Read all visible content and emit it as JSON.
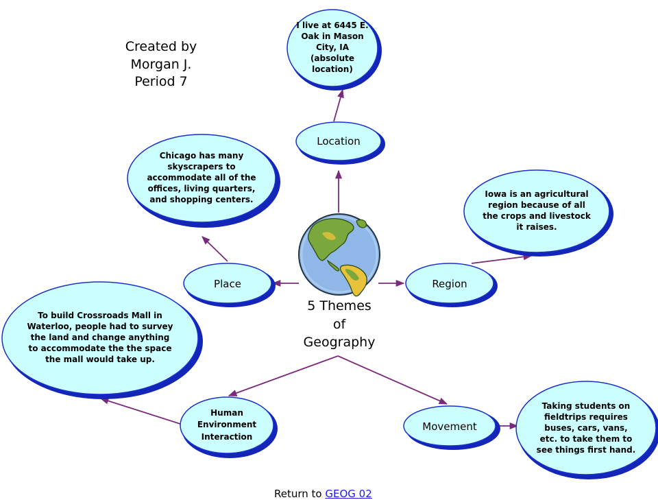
{
  "creator_note": "Created by\nMorgan J.\nPeriod 7",
  "center_title": "5 Themes\nof\nGeography",
  "themes": {
    "location": "Location",
    "place": "Place",
    "region": "Region",
    "hei": "Human\nEnvironment\nInteraction",
    "movement": "Movement"
  },
  "examples": {
    "location": "I live at 6445 E.\nOak in Mason\nCity, IA\n(absolute\nlocation)",
    "place": "Chicago has many\nskyscrapers to\naccommodate all of the\noffices, living quarters,\nand shopping centers.",
    "region": "Iowa is an agricultural\nregion because of all\nthe crops and livestock\nit raises.",
    "hei": "To build Crossroads Mall in\nWaterloo, people had to survey\nthe land and change anything\nto accommodate the the space\nthe mall would take up.",
    "movement": "Taking students on\nfieldtrips requires\nbuses, cars, vans,\netc. to take them to\nsee things first hand."
  },
  "footer": {
    "prefix": "Return to ",
    "link": "GEOG 02"
  },
  "colors": {
    "node_fill": "#ccffff",
    "node_border": "#1a2fd0",
    "node_shadow": "#1426b8",
    "connector": "#7a2a7a",
    "ocean": "#8fb8e8",
    "land": "#7aa83c"
  }
}
